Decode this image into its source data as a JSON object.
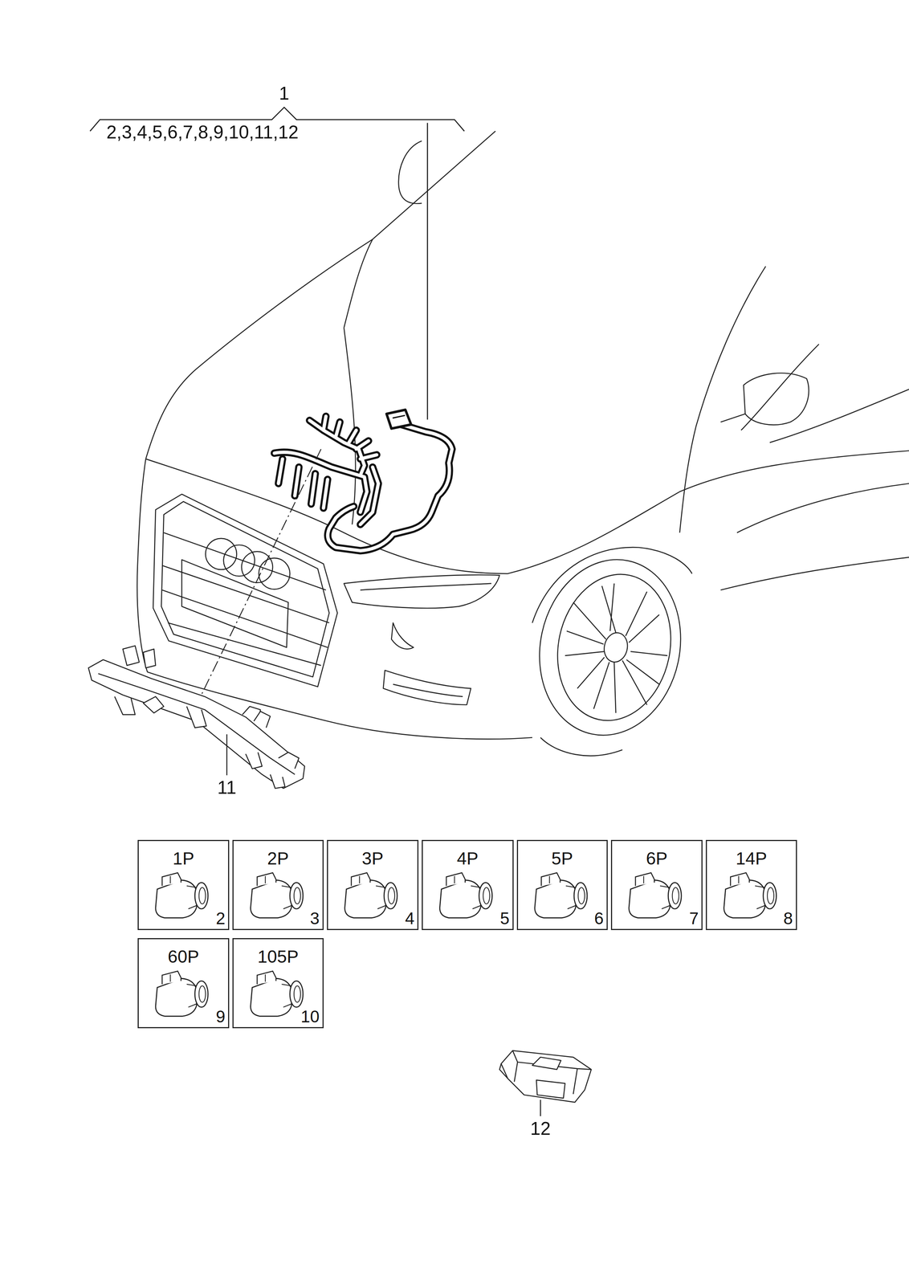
{
  "diagram": {
    "nodes": [
      {
        "text": [
          "1P",
          "2"
        ]
      },
      {
        "text": [
          "2P",
          "3"
        ]
      },
      {
        "text": [
          "3P",
          "4"
        ]
      },
      {
        "text": [
          "4P",
          "5"
        ]
      },
      {
        "text": [
          "5P",
          "6"
        ]
      },
      {
        "text": [
          "6P",
          "7"
        ]
      },
      {
        "text": [
          "14P",
          "8"
        ]
      },
      {
        "text": [
          "60P",
          "9"
        ]
      },
      {
        "text": [
          "105P",
          "10"
        ]
      }
    ],
    "labels": [
      "1",
      "2,3,4,5,6,7,8,9,10,11,12",
      "11",
      "12"
    ]
  }
}
